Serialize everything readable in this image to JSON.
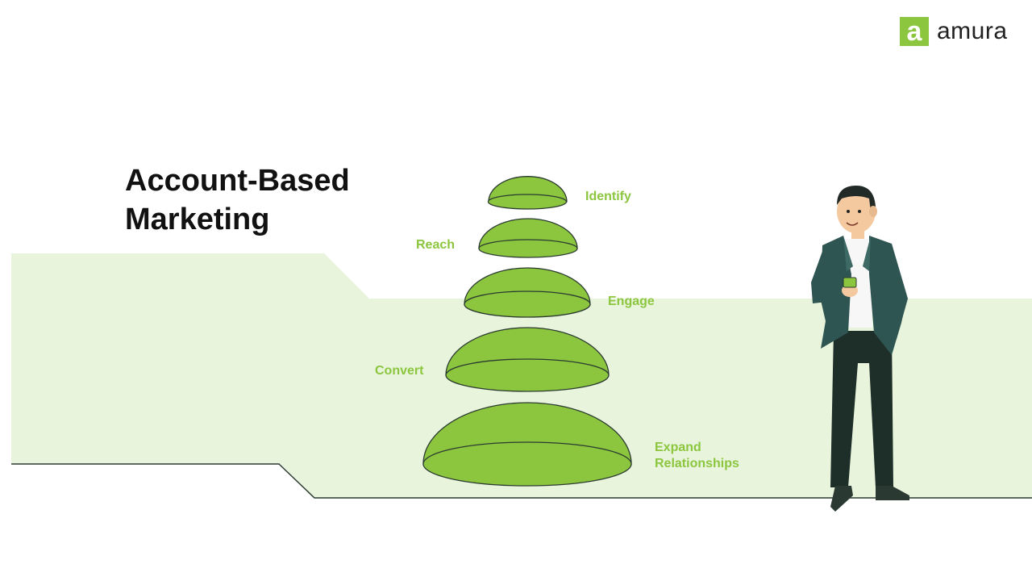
{
  "brand": {
    "logo_letter": "a",
    "name": "amura",
    "color": "#8cc63f"
  },
  "heading": {
    "line1": "Account-Based",
    "line2": "Marketing"
  },
  "stages": [
    {
      "name": "Identify"
    },
    {
      "name": "Reach"
    },
    {
      "name": "Engage"
    },
    {
      "name": "Convert"
    },
    {
      "name": "Expand",
      "name_line2": "Relationships"
    }
  ],
  "colors": {
    "dome": "#8cc63f",
    "dome_outline": "#2b3b30",
    "backdrop": "#e8f5dc",
    "label": "#8cc63f",
    "title": "#111111"
  },
  "figure": {
    "description_icon": "businessman-with-phone-icon"
  }
}
